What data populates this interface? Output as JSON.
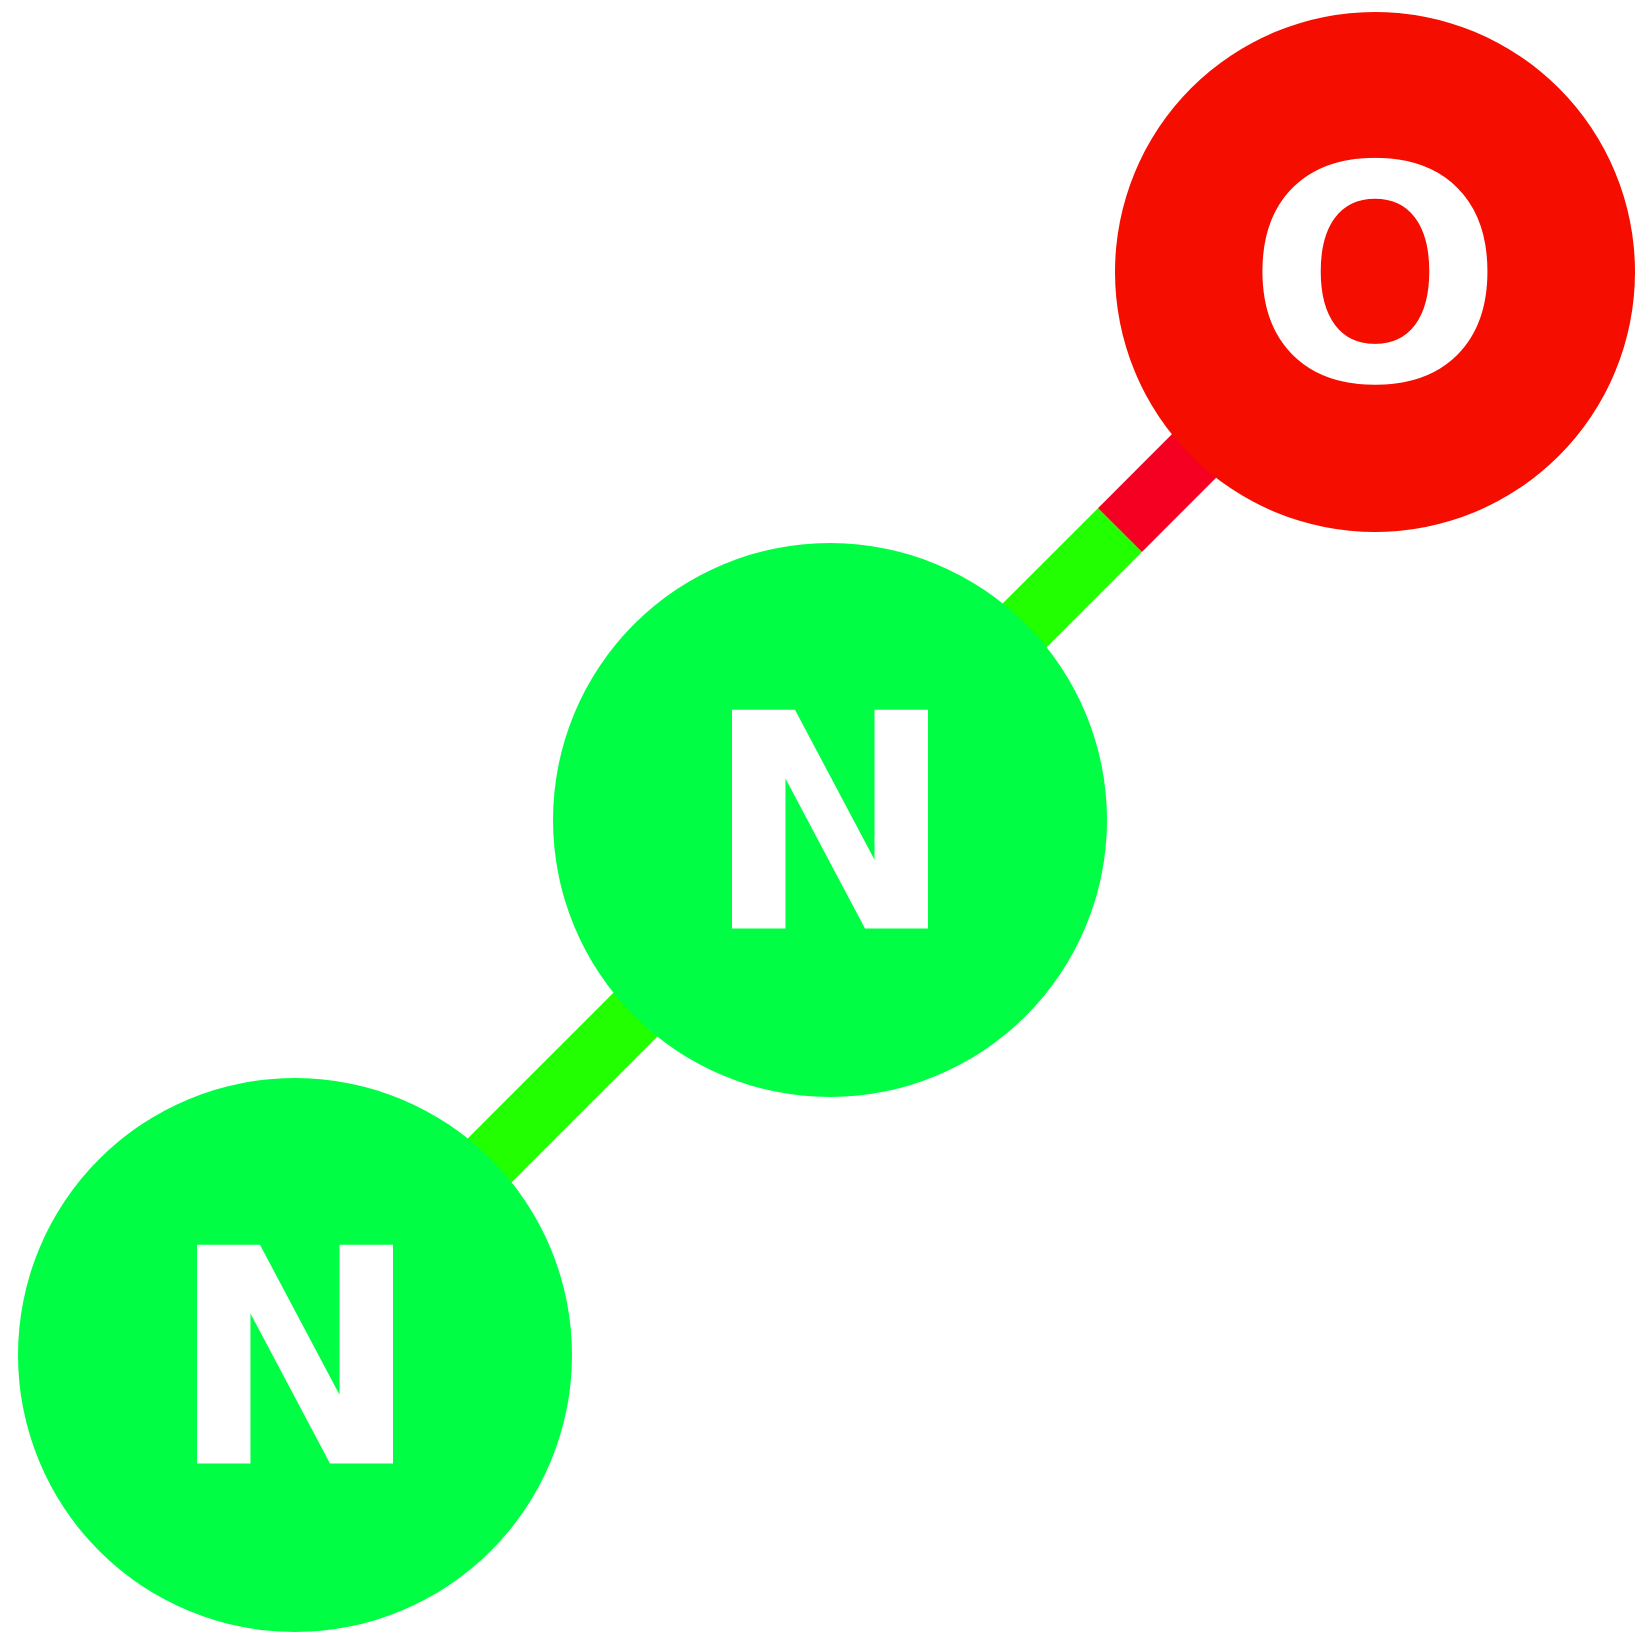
{
  "molecule": {
    "colors": {
      "background": "#ffffff",
      "nitrogen_atom": "#00ff44",
      "nitrogen_bond": "#22ff00",
      "oxygen_atom": "#f50d00",
      "oxygen_bond": "#f50022",
      "label": "#ffffff"
    },
    "atoms": [
      {
        "id": "n1",
        "element": "N",
        "label": "N"
      },
      {
        "id": "n2",
        "element": "N",
        "label": "N"
      },
      {
        "id": "o1",
        "element": "O",
        "label": "O"
      }
    ],
    "bonds": [
      {
        "from": "n1",
        "to": "n2"
      },
      {
        "from": "n2",
        "to": "o1"
      }
    ]
  }
}
